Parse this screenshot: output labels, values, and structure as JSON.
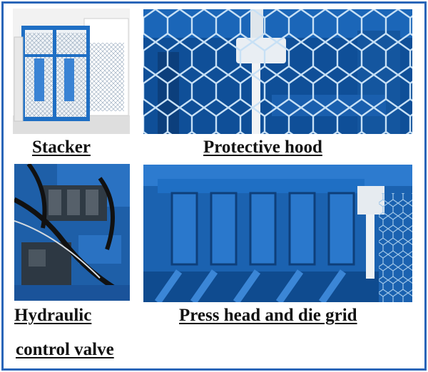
{
  "panels": [
    {
      "caption": "Stacker"
    },
    {
      "caption": "Protective hood"
    },
    {
      "caption": "Hydraulic"
    },
    {
      "caption": "control valve"
    },
    {
      "caption": "Press head and die grid"
    }
  ],
  "colors": {
    "frame": "#2a66b8",
    "machine_blue": "#1f6fc4",
    "mesh": "#b9d6f0",
    "caption": "#111111"
  }
}
